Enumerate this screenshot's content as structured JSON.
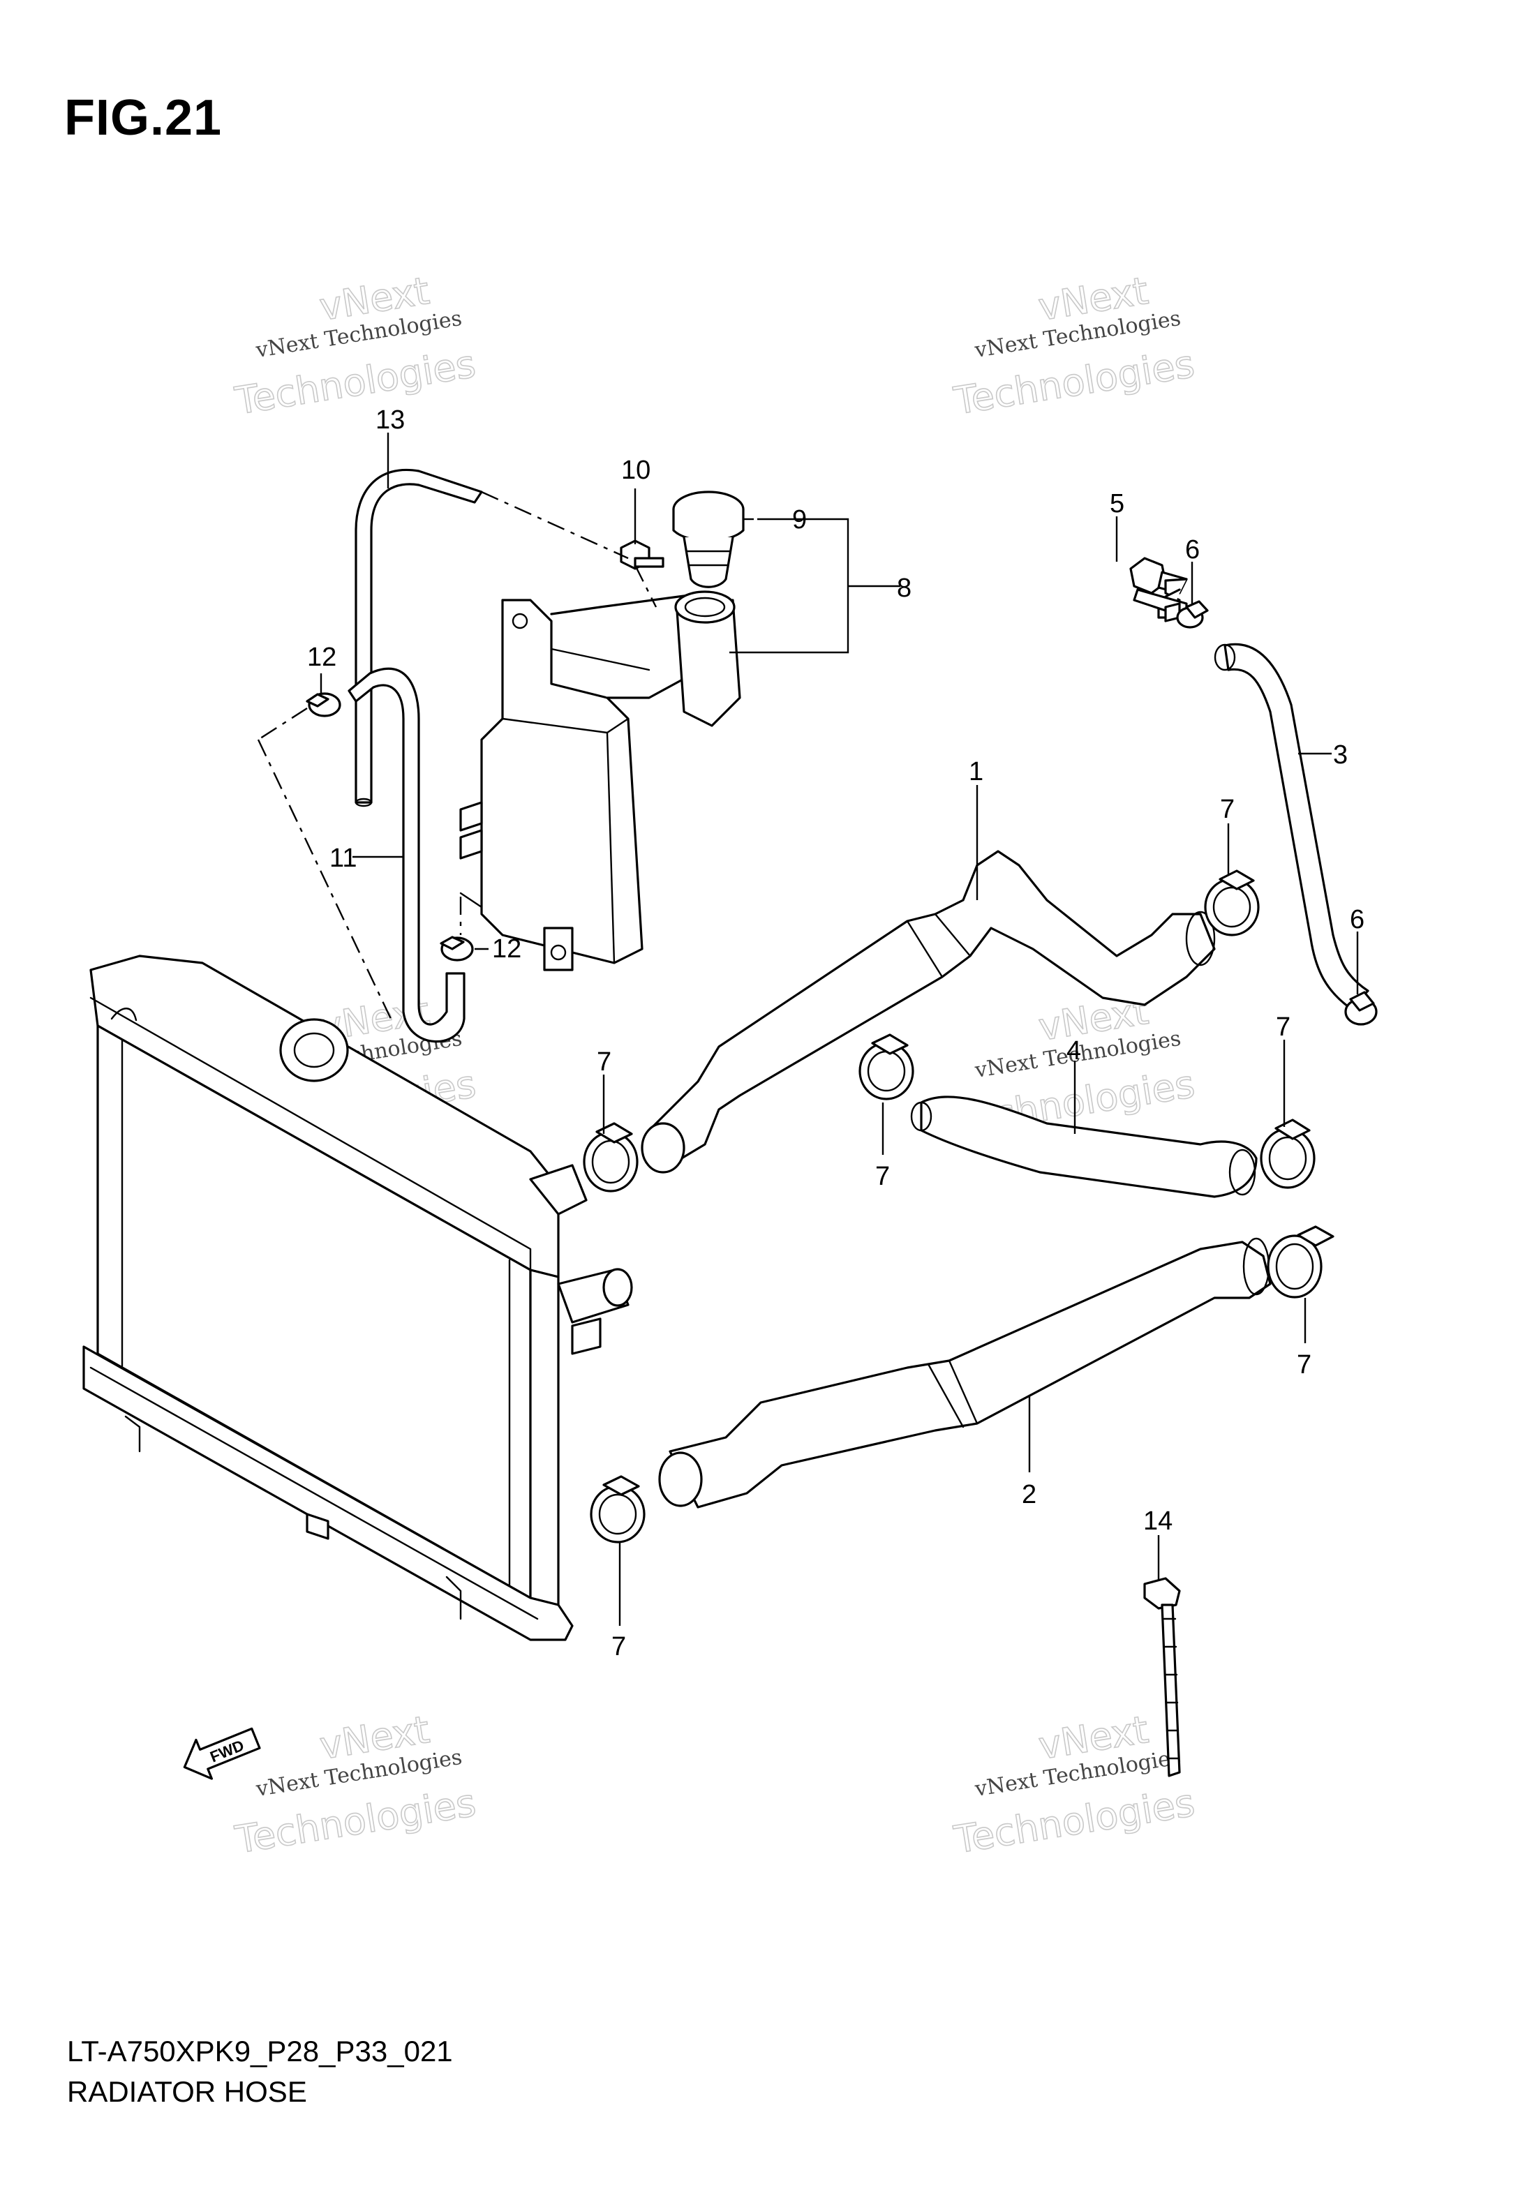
{
  "figure": {
    "title": "FIG.21",
    "model_code": "LT-A750XPK9_P28_P33_021",
    "caption": "RADIATOR HOSE"
  },
  "watermark": {
    "line1": "vNext",
    "line2": "vNext Technologies",
    "line3": "Technologies"
  },
  "fwd_label": "FWD",
  "callouts": {
    "c1": "1",
    "c2": "2",
    "c3": "3",
    "c4": "4",
    "c5": "5",
    "c6a": "6",
    "c6b": "6",
    "c7a": "7",
    "c7b": "7",
    "c7c": "7",
    "c7d": "7",
    "c7e": "7",
    "c7f": "7",
    "c8": "8",
    "c9": "9",
    "c10": "10",
    "c11": "11",
    "c12a": "12",
    "c12b": "12",
    "c13": "13",
    "c14": "14"
  }
}
